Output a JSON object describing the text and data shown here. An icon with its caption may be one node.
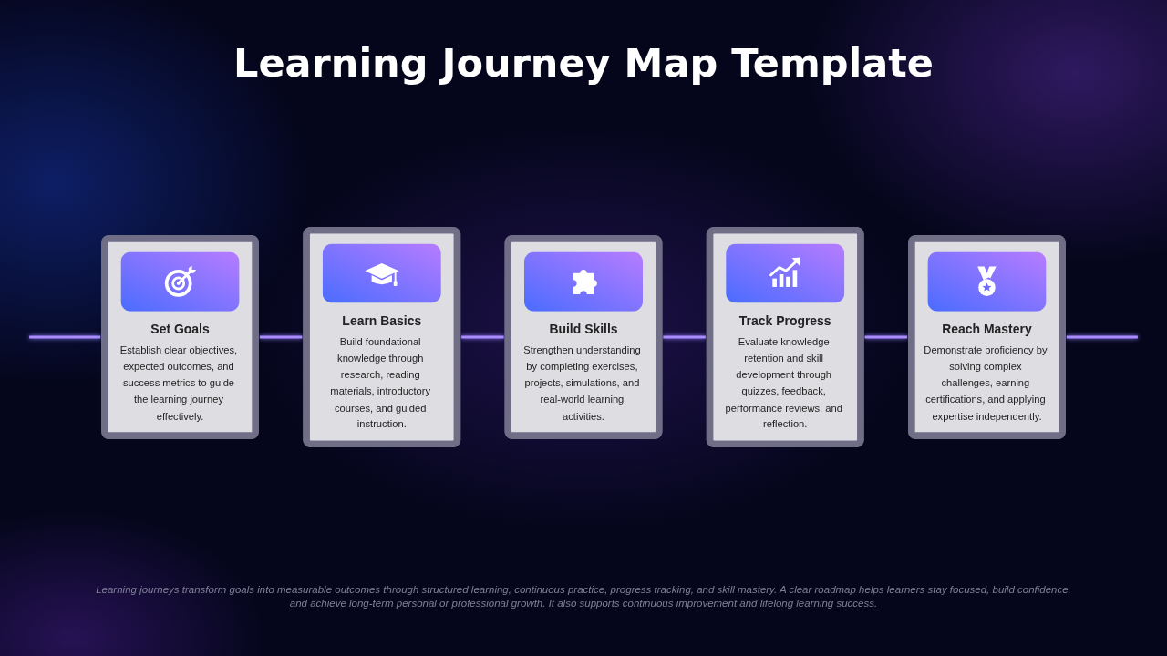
{
  "diagram": {
    "title": "Learning Journey Map Template",
    "nodes": [
      {
        "text": [
          "Set Goals",
          "Establish clear objectives, expected outcomes, and success metrics to guide the learning journey effectively."
        ]
      },
      {
        "text": [
          "Learn Basics",
          "Build foundational knowledge through research, reading materials, introductory courses, and guided instruction."
        ]
      },
      {
        "text": [
          "Build Skills",
          "Strengthen understanding by completing exercises, projects, simulations, and real-world learning activities."
        ]
      },
      {
        "text": [
          "Track Progress",
          "Evaluate knowledge retention and skill development through quizzes, feedback, performance reviews, and reflection."
        ]
      },
      {
        "text": [
          "Reach Mastery",
          "Demonstrate proficiency by solving complex challenges, earning certifications, and applying expertise independently."
        ]
      }
    ],
    "edges": [
      {
        "from": null,
        "to": 0,
        "arrow": "none"
      },
      {
        "from": 0,
        "to": 1,
        "arrow": "none"
      },
      {
        "from": 1,
        "to": 2,
        "arrow": "none"
      },
      {
        "from": 2,
        "to": 3,
        "arrow": "none"
      },
      {
        "from": 3,
        "to": 4,
        "arrow": "none"
      },
      {
        "from": 4,
        "to": null,
        "arrow": "none"
      }
    ],
    "caption": "Learning journeys transform goals into measurable outcomes through structured learning, continuous practice, progress tracking, and skill mastery. A clear roadmap helps learners stay focused, build confidence, and achieve long-term personal or professional growth. It also supports continuous improvement and lifelong learning success."
  }
}
